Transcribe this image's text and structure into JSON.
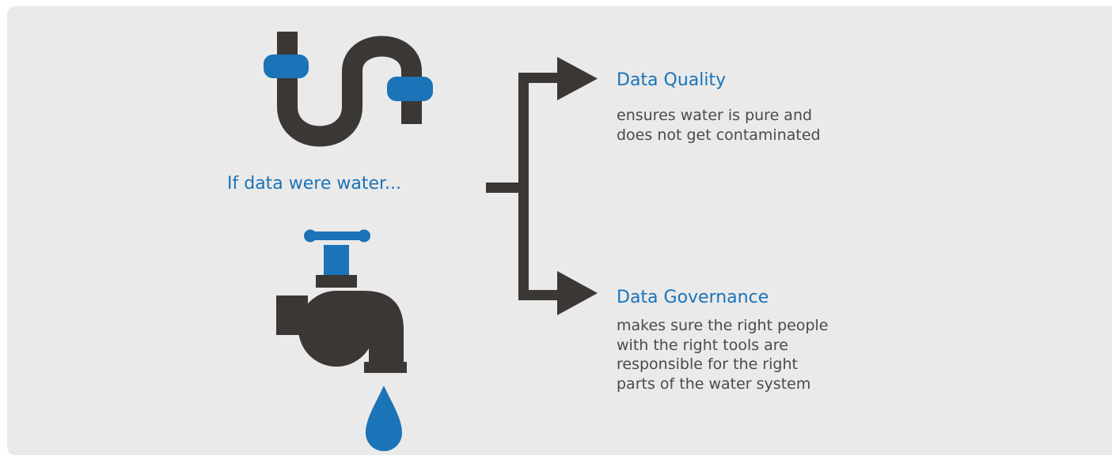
{
  "intro": "If data were water...",
  "branches": [
    {
      "title": "Data Quality",
      "description": "ensures water is pure and\ndoes not get contaminated"
    },
    {
      "title": "Data Governance",
      "description": "makes sure the right people\nwith the right tools are\nresponsible for the right\nparts of the water system"
    }
  ],
  "icons": {
    "pipe": "pipe-icon",
    "faucet": "faucet-icon",
    "drop": "water-drop-icon"
  },
  "colors": {
    "background": "#eaeaea",
    "accent_blue": "#1b73b8",
    "dark": "#3a3734",
    "text": "#4a4a4a"
  }
}
